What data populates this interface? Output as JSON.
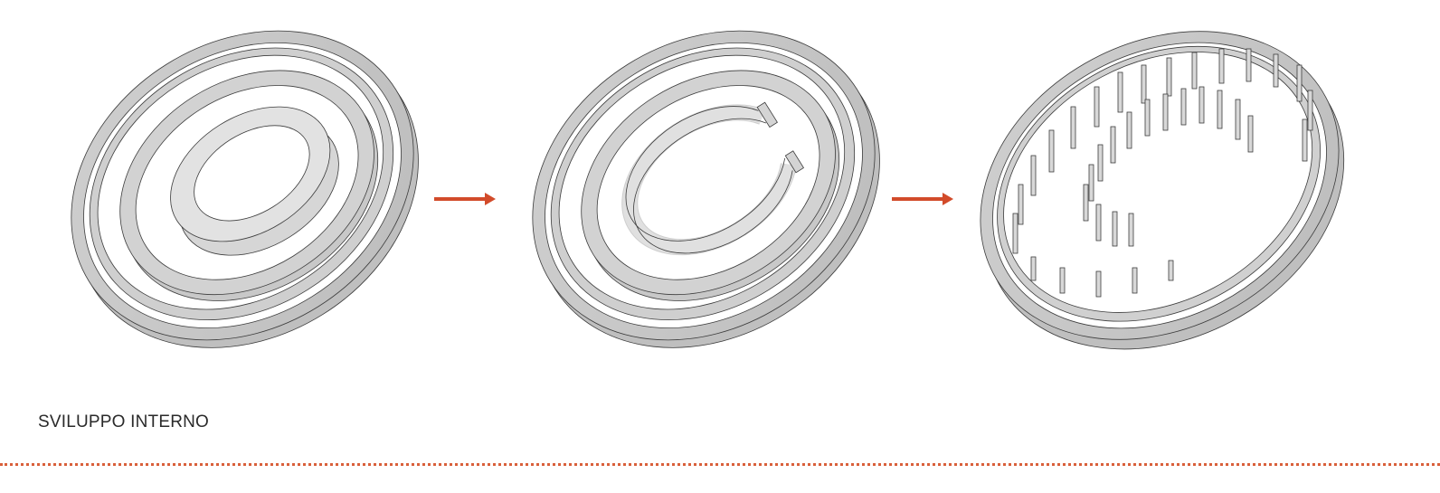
{
  "caption": "SVILUPPO INTERNO",
  "colors": {
    "wall_fill": "#c8c8c8",
    "wall_light": "#dedede",
    "wall_stroke": "#3c3c3c",
    "arrow": "#d24b2a",
    "divider": "#d9603b",
    "background": "#ffffff"
  },
  "stages": [
    {
      "name": "stage-1",
      "description_icon": "concentric-ring-walls-icon"
    },
    {
      "name": "stage-2",
      "description_icon": "opened-ring-walls-icon"
    },
    {
      "name": "stage-3",
      "description_icon": "outer-ring-with-pillars-icon"
    }
  ],
  "arrows": [
    {
      "name": "arrow-1",
      "icon": "arrow-right-icon"
    },
    {
      "name": "arrow-2",
      "icon": "arrow-right-icon"
    }
  ]
}
